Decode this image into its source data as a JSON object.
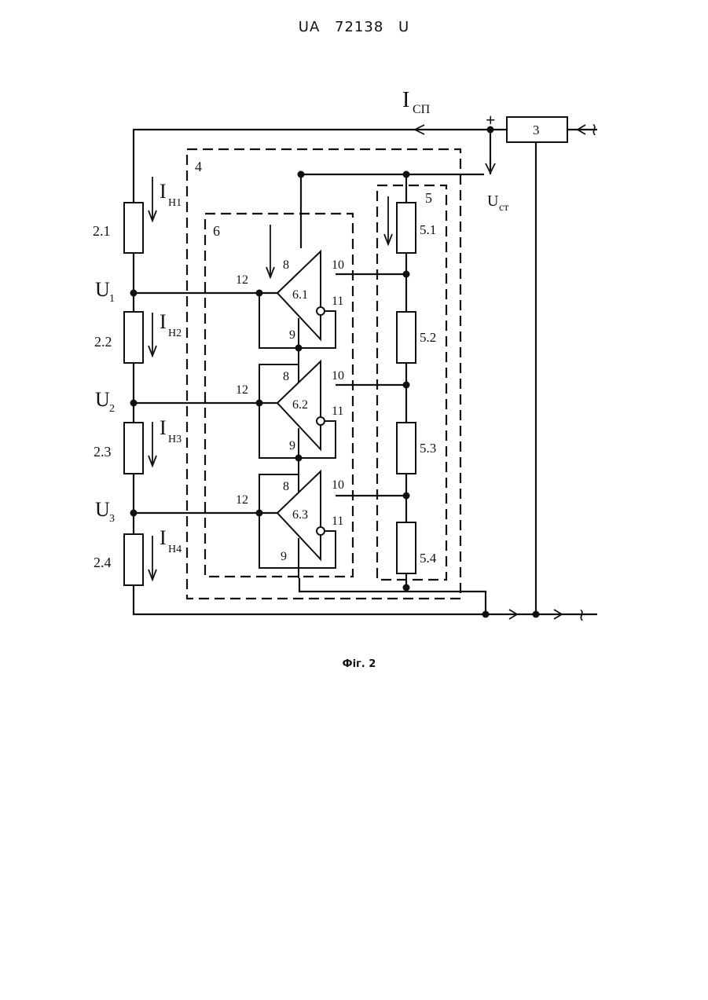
{
  "header": {
    "code": "UA",
    "number": "72138",
    "kind": "U"
  },
  "caption": "Фіг. 2",
  "labels": {
    "i_sp": "I",
    "i_sp_sub": "СП",
    "plus": "+",
    "block3": "3",
    "u_st": "U",
    "u_st_sub": "ст",
    "block4": "4",
    "block5": "5",
    "block6": "6",
    "r21": "2.1",
    "r22": "2.2",
    "r23": "2.3",
    "r24": "2.4",
    "in1": "I",
    "in1_sub": "Н1",
    "in2": "I",
    "in2_sub": "Н2",
    "in3": "I",
    "in3_sub": "Н3",
    "in4": "I",
    "in4_sub": "Н4",
    "u1": "U",
    "u1_sub": "1",
    "u2": "U",
    "u2_sub": "2",
    "u3": "U",
    "u3_sub": "3",
    "r51": "5.1",
    "r52": "5.2",
    "r53": "5.3",
    "r54": "5.4",
    "a61": "6.1",
    "a62": "6.2",
    "a63": "6.3",
    "p8": "8",
    "p9": "9",
    "p10": "10",
    "p11": "11",
    "p12": "12",
    "tilde": "≀"
  }
}
